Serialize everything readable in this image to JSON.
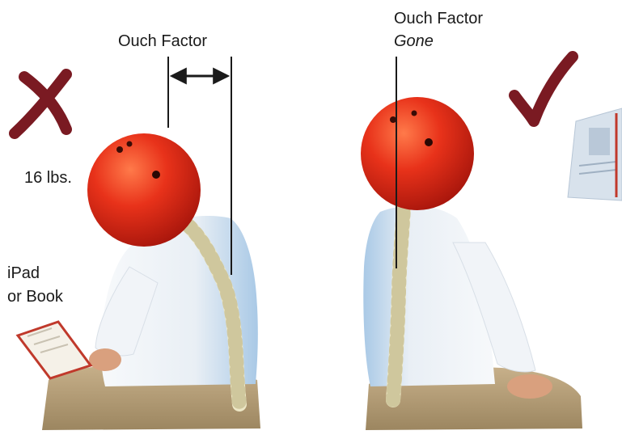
{
  "left_panel": {
    "measure_label": "Ouch Factor",
    "weight_label": "16 lbs.",
    "device_label_line1": "iPad",
    "device_label_line2": "or Book",
    "mark": "x-mark-icon"
  },
  "right_panel": {
    "measure_label_line1": "Ouch Factor",
    "measure_label_line2": "Gone",
    "mark": "check-mark-icon"
  },
  "colors": {
    "mark": "#7a1a22",
    "head": "#e02010",
    "shirt": "#eef3f8",
    "shadow_blue": "#a9c9e6",
    "spine": "#ede7c6",
    "pants": "#b49c78",
    "skin": "#d9a07e"
  }
}
